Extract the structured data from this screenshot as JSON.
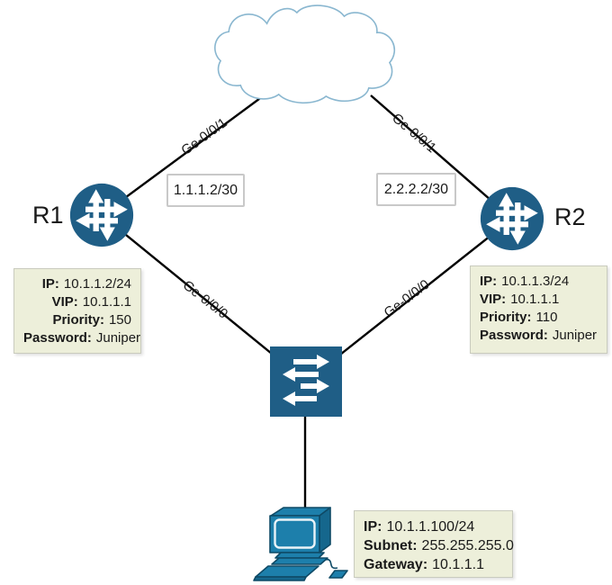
{
  "colors": {
    "node_blue": "#1F5E86",
    "computer_blue": "#1D7FAB",
    "cloud_stroke": "#8AB7D0",
    "info_box_bg": "#EDEFDA",
    "line_black": "#000000"
  },
  "nodes": {
    "cloud": {
      "icon": "cloud-icon"
    },
    "r1": {
      "label": "R1",
      "icon": "juniper-router-icon"
    },
    "r2": {
      "label": "R2",
      "icon": "juniper-router-icon"
    },
    "switch": {
      "icon": "ethernet-switch-icon"
    },
    "pc": {
      "icon": "desktop-computer-icon"
    }
  },
  "interfaces": {
    "r1_uplink": "Ge-0/0/1",
    "r2_uplink": "Ge-0/0/1",
    "r1_lan": "Ge-0/0/0",
    "r2_lan": "Ge-0/0/0"
  },
  "wan_addresses": {
    "r1": "1.1.1.2/30",
    "r2": "2.2.2.2/30"
  },
  "r1_info": {
    "rows": [
      {
        "label": "IP:",
        "value": "10.1.1.2/24"
      },
      {
        "label": "VIP:",
        "value": "10.1.1.1"
      },
      {
        "label": "Priority:",
        "value": "150"
      },
      {
        "label": "Password:",
        "value": "Juniper"
      }
    ]
  },
  "r2_info": {
    "rows": [
      {
        "label": "IP:",
        "value": "10.1.1.3/24"
      },
      {
        "label": "VIP:",
        "value": "10.1.1.1"
      },
      {
        "label": "Priority:",
        "value": "110"
      },
      {
        "label": "Password:",
        "value": "Juniper"
      }
    ]
  },
  "pc_info": {
    "rows": [
      {
        "label": "IP:",
        "value": "10.1.1.100/24"
      },
      {
        "label": "Subnet:",
        "value": "255.255.255.0"
      },
      {
        "label": "Gateway:",
        "value": "10.1.1.1"
      }
    ]
  }
}
